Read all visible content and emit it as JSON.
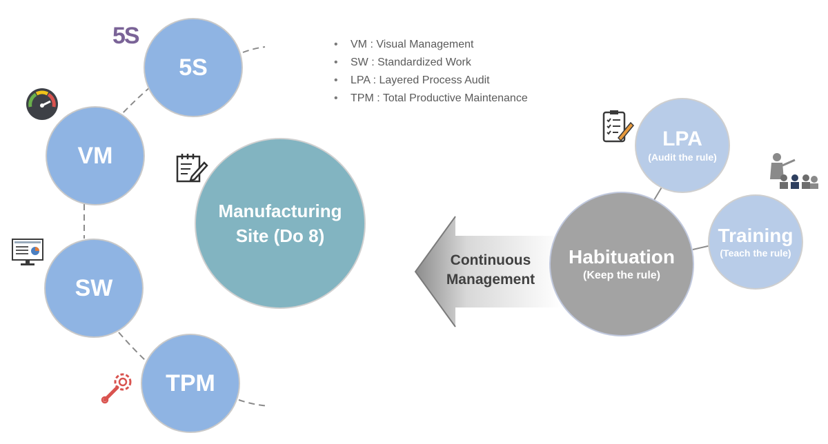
{
  "legend": [
    "VM : Visual Management",
    "SW : Standardized Work",
    "LPA : Layered Process Audit",
    "TPM : Total Productive Maintenance"
  ],
  "nodes": {
    "five_s": "5S",
    "vm": "VM",
    "sw": "SW",
    "tpm": "TPM"
  },
  "five_s_badge": "5S",
  "site": {
    "line1": "Manufacturing",
    "line2": "Site (Do 8)"
  },
  "arrow": {
    "line1": "Continuous",
    "line2": "Management"
  },
  "habituation": {
    "title": "Habituation",
    "subtitle": "(Keep the rule)"
  },
  "lpa": {
    "title": "LPA",
    "subtitle": "(Audit the rule)"
  },
  "training": {
    "title": "Training",
    "subtitle": "(Teach the rule)"
  },
  "colors": {
    "node_blue": "#8fb4e3",
    "site_teal": "#82b4c1",
    "habit_gray": "#a3a3a3",
    "small_blue": "#b8cce8",
    "badge_purple": "#7a6397"
  },
  "icons": [
    "five-s-badge",
    "gauge-icon",
    "notepad-icon",
    "monitor-icon",
    "wrench-gear-icon",
    "checklist-icon",
    "teacher-icon"
  ]
}
